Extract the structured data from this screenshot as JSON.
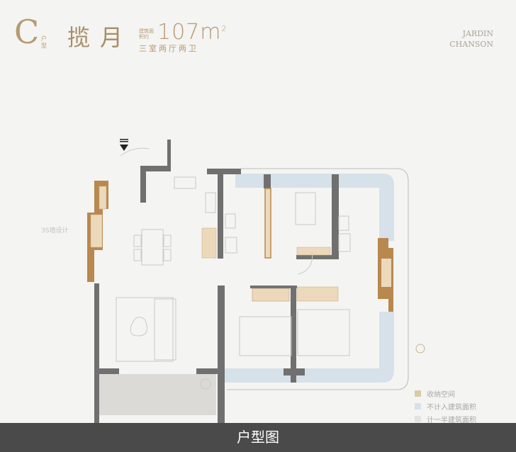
{
  "header": {
    "unit_letter": "C",
    "unit_suffix": "户型",
    "name": "揽月",
    "area_label": "建筑面积约",
    "area_value": "107",
    "area_unit": "m",
    "area_sup": "2",
    "layout": "三室两厅两卫"
  },
  "brand": {
    "line1": "JARDIN",
    "line2": "CHANSON"
  },
  "annotation": {
    "wall_3s": "3S墙设计"
  },
  "legend": [
    {
      "label": "收纳空间",
      "color": "#d9cba8"
    },
    {
      "label": "不计入建筑面积",
      "color": "#d6e1ea"
    },
    {
      "label": "计一半建筑面积",
      "color": "#e4e3e0"
    }
  ],
  "colors": {
    "wall": "#707070",
    "storage": "#b8884f",
    "storage_fill": "#ecd9bb",
    "balcony": "#dcdad6",
    "excluded": "#d6e1ea"
  },
  "caption": "户型图"
}
